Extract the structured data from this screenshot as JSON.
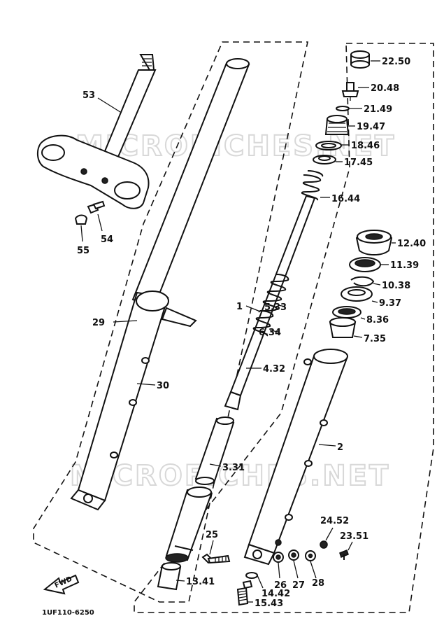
{
  "watermark": "MICROFICHES.NET",
  "diagram_code": "1UF110-6250",
  "find_arrow_label": "FWD",
  "callouts": {
    "c1": "1",
    "c2": "2",
    "c3": "3.31",
    "c4": "4.32",
    "c5": "5.33",
    "c6": "6.34",
    "c7": "7.35",
    "c8": "8.36",
    "c9": "9.37",
    "c10": "10.38",
    "c11": "11.39",
    "c12": "12.40",
    "c13": "13.41",
    "c14": "14.42",
    "c15": "15.43",
    "c16": "16.44",
    "c17": "17.45",
    "c18": "18.46",
    "c19": "19.47",
    "c20": "20.48",
    "c21": "21.49",
    "c22": "22.50",
    "c23": "23.51",
    "c24": "24.52",
    "c25": "25",
    "c26": "26",
    "c27": "27",
    "c28": "28",
    "c29": "29",
    "c30": "30",
    "c53": "53",
    "c54": "54",
    "c55": "55"
  }
}
